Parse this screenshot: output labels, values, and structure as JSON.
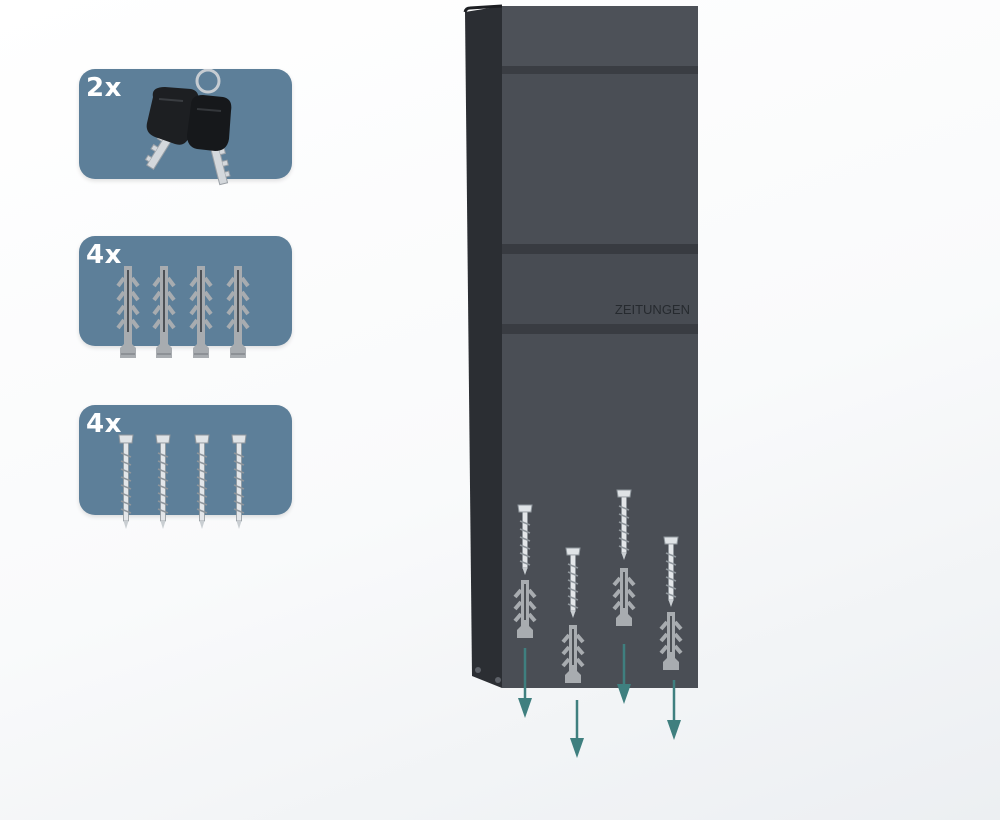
{
  "accessories": [
    {
      "count": "2x",
      "icon": "key-icon"
    },
    {
      "count": "4x",
      "icon": "wall-anchor-icon"
    },
    {
      "count": "4x",
      "icon": "screw-icon"
    }
  ],
  "mailbox": {
    "newspaper_label": "ZEITUNGEN"
  },
  "colors": {
    "panel": "#5d7f99",
    "mailbox_body": "#4a4e55",
    "arrow": "#3f7f7f",
    "anchor": "#a8acb0"
  }
}
